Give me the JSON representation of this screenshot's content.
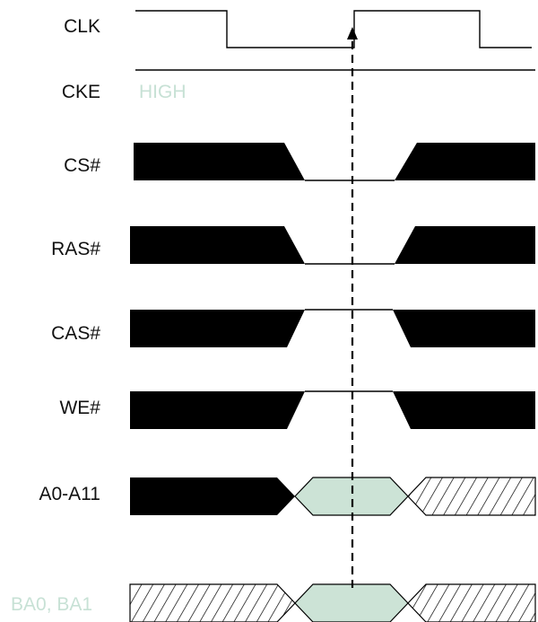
{
  "signals": [
    {
      "id": "clk",
      "label": "CLK"
    },
    {
      "id": "cke",
      "label": "CKE",
      "state": "HIGH"
    },
    {
      "id": "cs",
      "label": "CS#"
    },
    {
      "id": "ras",
      "label": "RAS#"
    },
    {
      "id": "cas",
      "label": "CAS#"
    },
    {
      "id": "we",
      "label": "WE#"
    },
    {
      "id": "addr",
      "label": "A0-A11"
    },
    {
      "id": "ba",
      "label": "BA0, BA1"
    }
  ],
  "colors": {
    "ink": "#000000",
    "valid_fill": "#cce3d6",
    "muted_text": "#c7e1d5",
    "label_text": "#111111"
  }
}
